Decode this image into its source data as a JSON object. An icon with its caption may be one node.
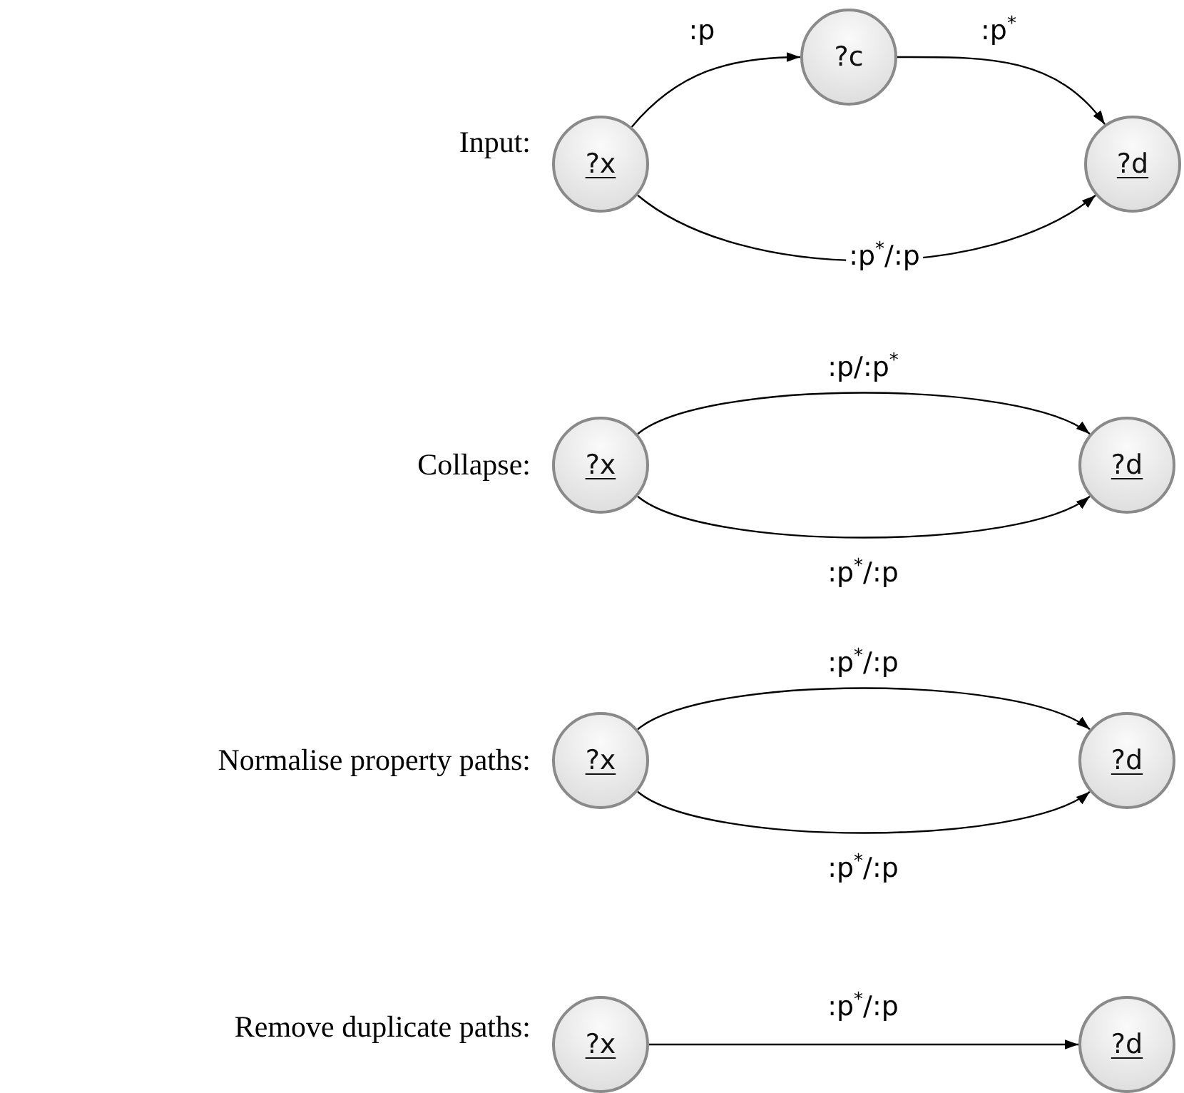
{
  "diagram": {
    "nodes": [
      {
        "text": [
          "?x"
        ]
      },
      {
        "text": [
          "?c"
        ]
      },
      {
        "text": [
          "?d"
        ]
      },
      {
        "text": [
          "?x"
        ]
      },
      {
        "text": [
          "?d"
        ]
      },
      {
        "text": [
          "?x"
        ]
      },
      {
        "text": [
          "?d"
        ]
      },
      {
        "text": [
          "?x"
        ]
      },
      {
        "text": [
          "?d"
        ]
      }
    ],
    "edges": [
      {
        "from": 0,
        "to": 1,
        "arrow": "to",
        "label": ":p"
      },
      {
        "from": 1,
        "to": 2,
        "arrow": "to",
        "label": ":p$^{*}$"
      },
      {
        "from": 0,
        "to": 2,
        "arrow": "to",
        "label": ":p$^{*}$/:p"
      },
      {
        "from": 3,
        "to": 4,
        "arrow": "to",
        "label": ":p/:p$^{*}$"
      },
      {
        "from": 3,
        "to": 4,
        "arrow": "to",
        "label": ":p$^{*}$/:p"
      },
      {
        "from": 5,
        "to": 6,
        "arrow": "to",
        "label": ":p$^{*}$/:p"
      },
      {
        "from": 5,
        "to": 6,
        "arrow": "to",
        "label": ":p$^{*}$/:p"
      },
      {
        "from": 7,
        "to": 8,
        "arrow": "to",
        "label": ":p$^{*}$/:p"
      }
    ],
    "labels": [
      "Input:",
      "Collapse:",
      "Normalise property paths:",
      "Remove duplicate paths:"
    ]
  }
}
